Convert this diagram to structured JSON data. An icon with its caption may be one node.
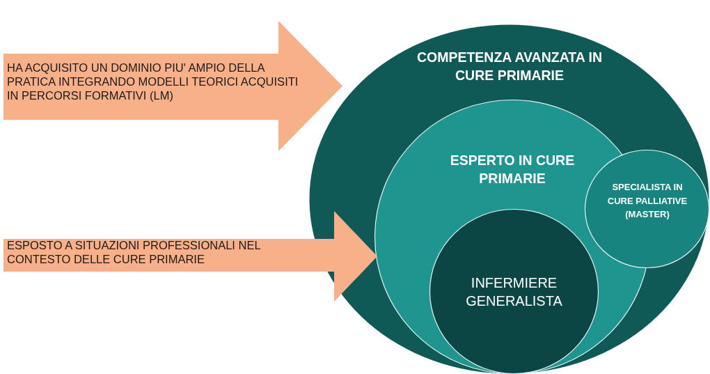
{
  "diagram": {
    "nodes": [
      {
        "text": [
          "HA ACQUISITO UN DOMINIO PIU' AMPIO DELLA PRATICA INTEGRANDO MODELLI TEORICI ACQUISITI IN PERCORSI FORMATIVI (LM)"
        ]
      },
      {
        "text": [
          "ESPOSTO A SITUAZIONI PROFESSIONALI NEL CONTESTO DELLE CURE PRIMARIE"
        ]
      },
      {
        "text": [
          "COMPETENZA AVANZATA IN CURE PRIMARIE"
        ]
      },
      {
        "text": [
          "ESPERTO IN CURE PRIMARIE"
        ],
        "in": 2
      },
      {
        "text": [
          "SPECIALISTA IN CURE PALLIATIVE (MASTER)"
        ],
        "in": 2
      },
      {
        "text": [
          "INFERMIERE GENERALISTA"
        ],
        "in": 3
      }
    ]
  }
}
